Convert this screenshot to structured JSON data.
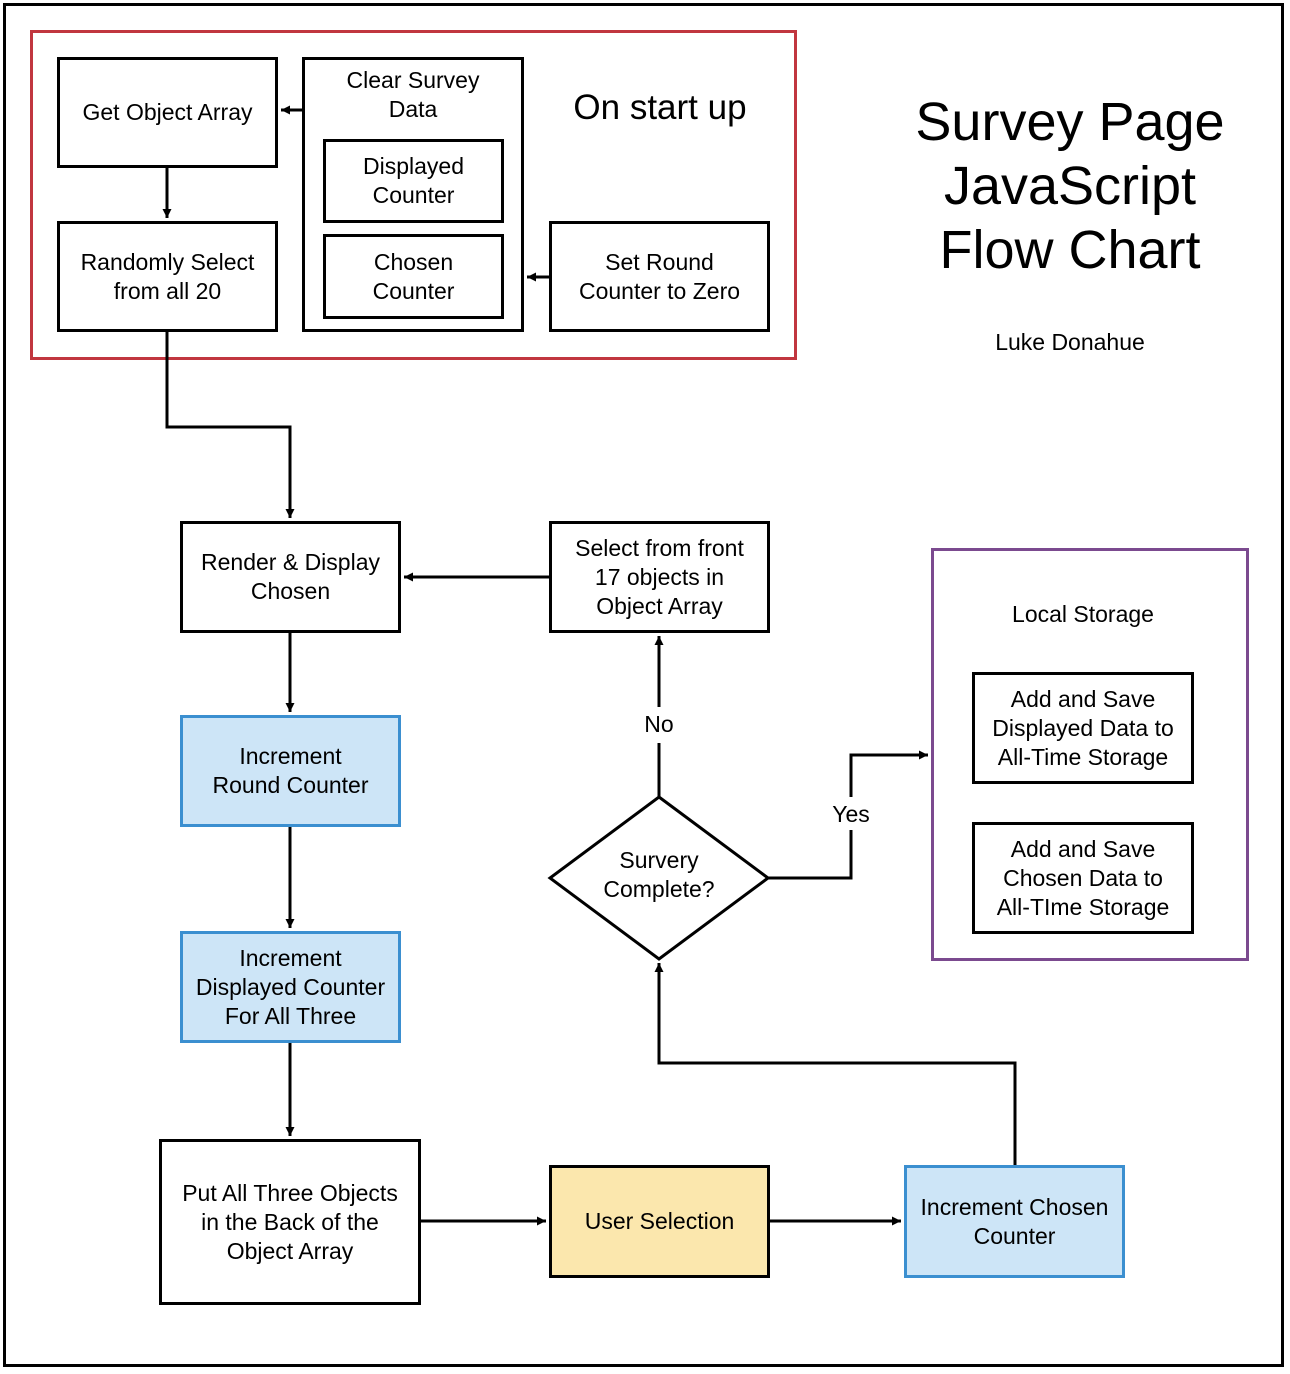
{
  "title": "Survey Page\nJavaScript\nFlow Chart",
  "author": "Luke Donahue",
  "colors": {
    "startup_group_border": "#c1363f",
    "storage_group_border": "#7b4a8f",
    "blue_fill": "#cde5f7",
    "blue_border": "#3b8fd0",
    "yellow_fill": "#fbe7ad"
  },
  "startup_group": {
    "label": "On start up"
  },
  "storage_group": {
    "label": "Local Storage"
  },
  "nodes": {
    "get_object_array": "Get Object Array",
    "clear_survey_data": "Clear Survey\nData",
    "displayed_counter": "Displayed\nCounter",
    "chosen_counter": "Chosen\nCounter",
    "randomly_select": "Randomly Select\nfrom all 20",
    "set_round_counter": "Set Round\nCounter to Zero",
    "render_display": "Render & Display\nChosen",
    "select_front": "Select from front\n17 objects in\nObject Array",
    "increment_round": "Increment\nRound Counter",
    "increment_displayed": "Increment\nDisplayed Counter\nFor All Three",
    "put_back": "Put All Three Objects\nin the Back of the\nObject Array",
    "user_selection": "User Selection",
    "increment_chosen": "Increment Chosen\nCounter",
    "survey_complete": "Survery\nComplete?",
    "save_displayed": "Add and Save\nDisplayed Data to\nAll-Time Storage",
    "save_chosen": "Add and Save\nChosen Data to\nAll-TIme Storage"
  },
  "edge_labels": {
    "no": "No",
    "yes": "Yes"
  }
}
